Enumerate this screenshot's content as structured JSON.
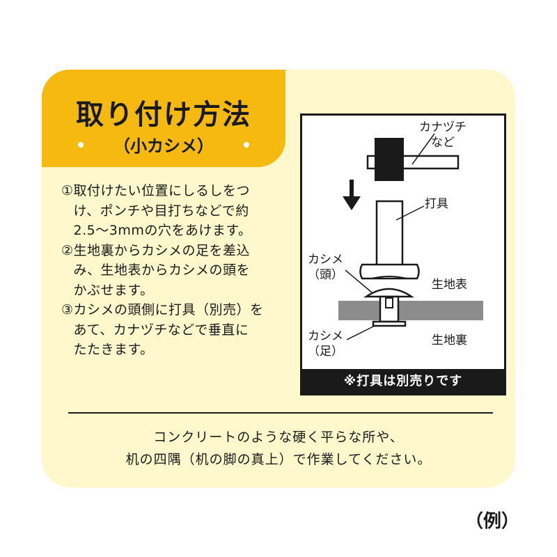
{
  "title": {
    "main": "取り付け方法",
    "sub": "（小カシメ）"
  },
  "steps": [
    {
      "num": "①",
      "lines": [
        "取付けたい位置にしるしをつ",
        "け、ポンチや目打ちなどで約",
        "2.5～3mmの穴をあけます。"
      ]
    },
    {
      "num": "②",
      "lines": [
        "生地裏からカシメの足を差込",
        "み、生地表からカシメの頭を",
        "かぶせます。"
      ]
    },
    {
      "num": "③",
      "lines": [
        "カシメの頭側に打具（別売）を",
        "あて、カナヅチなどで垂直に",
        "たたきます。"
      ]
    }
  ],
  "diagram": {
    "hammer_label": [
      "カナヅチ",
      "など"
    ],
    "punch_label": "打具",
    "head_label": [
      "カシメ",
      "（頭）"
    ],
    "leg_label": [
      "カシメ",
      "（足）"
    ],
    "fabric_front": "生地表",
    "fabric_back": "生地裏",
    "footer": "※打具は別売りです"
  },
  "note": {
    "lines": [
      "コンクリートのような硬く平らな所や、",
      "机の四隅（机の脚の真上）で作業してください。"
    ]
  },
  "example_label": "（例）",
  "colors": {
    "card_bg": "#fff8cc",
    "title_bg": "#f5b90f",
    "fabric": "#8c8c8c",
    "ink": "#1a1a1a"
  }
}
